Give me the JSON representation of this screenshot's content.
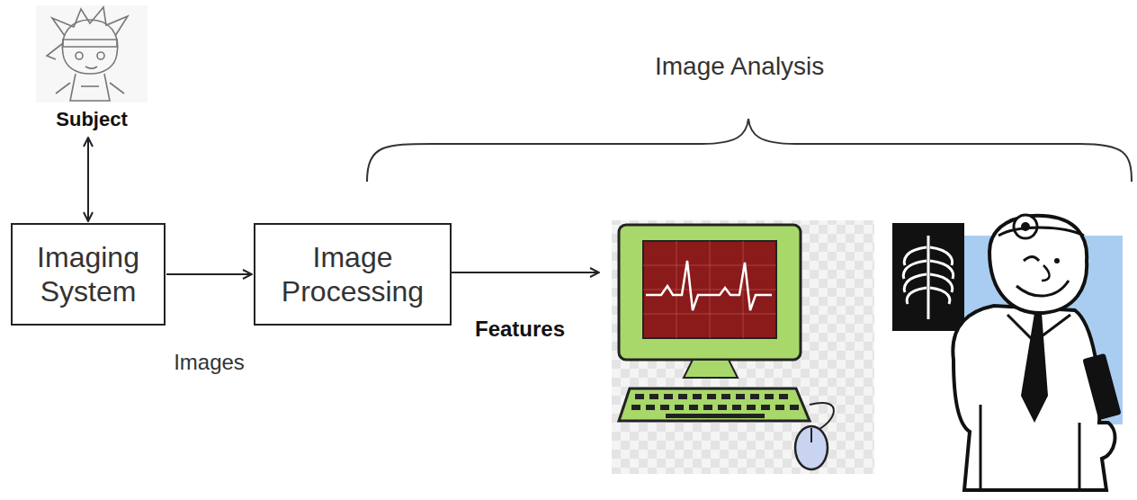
{
  "diagram": {
    "nodes": [
      {
        "text": [
          "Subject"
        ]
      },
      {
        "text": [
          "Imaging System"
        ]
      },
      {
        "text": [
          "Image Processing"
        ]
      }
    ],
    "edges": [
      {
        "from": 0,
        "to": 1,
        "arrow": "both"
      },
      {
        "from": 1,
        "to": 2,
        "label": "Images",
        "arrow": "to"
      }
    ],
    "labels": [
      "Image Analysis",
      "Features"
    ]
  }
}
